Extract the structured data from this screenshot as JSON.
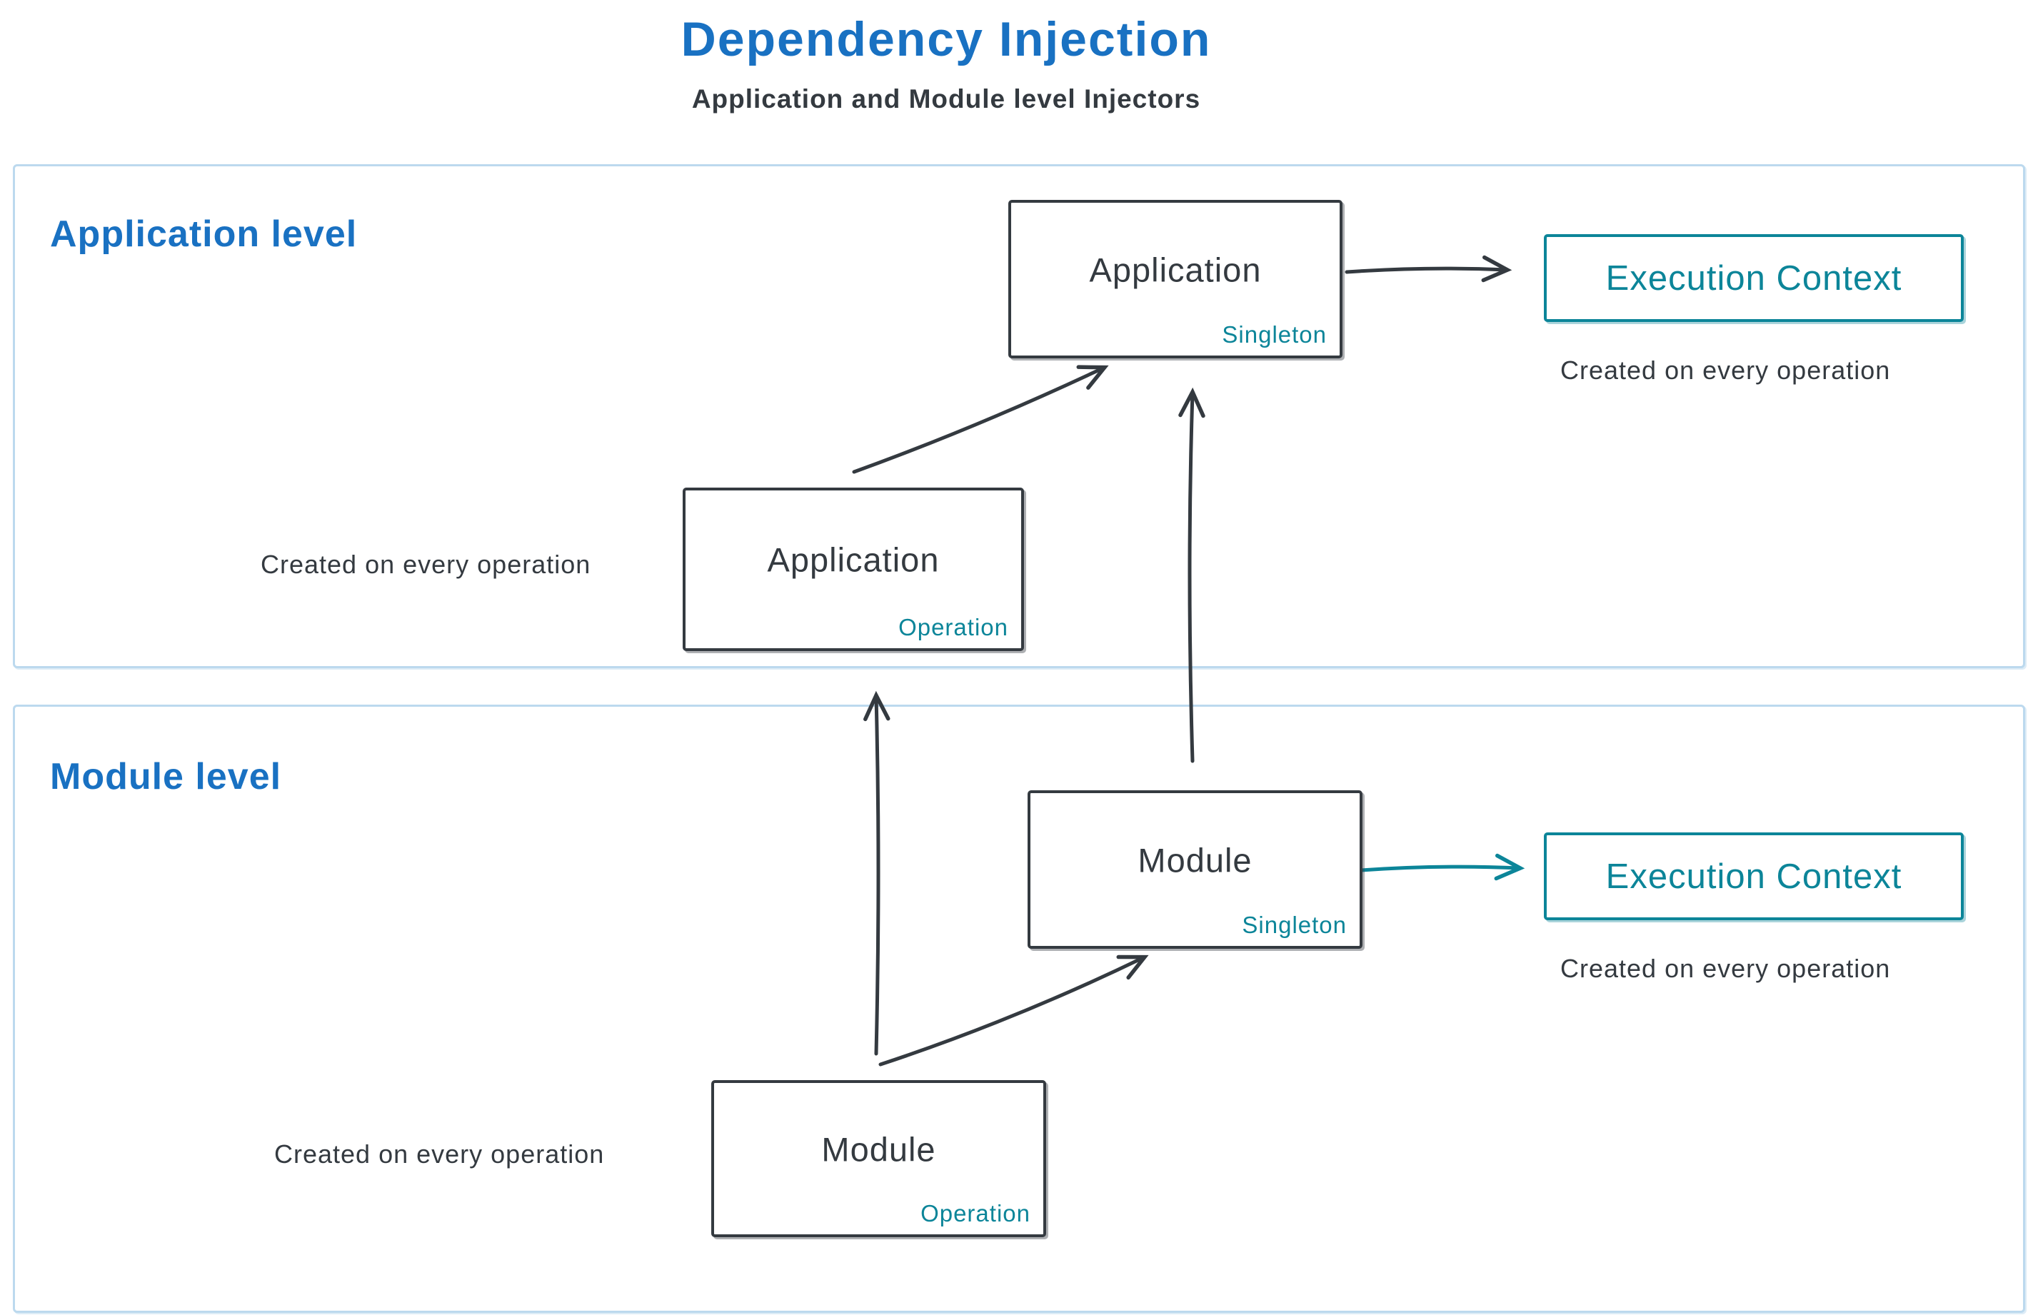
{
  "title": "Dependency Injection",
  "subtitle": "Application and Module level Injectors",
  "colors": {
    "accent_blue": "#1971c2",
    "stroke_dark": "#343a40",
    "accent_teal": "#0c8599",
    "container_border": "#bcd9ee"
  },
  "application_level": {
    "label": "Application level",
    "singleton_box": {
      "title": "Application",
      "tag": "Singleton"
    },
    "operation_box": {
      "title": "Application",
      "tag": "Operation"
    },
    "operation_note": "Created on every operation",
    "execution_context": {
      "label": "Execution Context",
      "note": "Created on every operation"
    }
  },
  "module_level": {
    "label": "Module level",
    "singleton_box": {
      "title": "Module",
      "tag": "Singleton"
    },
    "operation_box": {
      "title": "Module",
      "tag": "Operation"
    },
    "operation_note": "Created on every operation",
    "execution_context": {
      "label": "Execution Context",
      "note": "Created on every operation"
    }
  }
}
